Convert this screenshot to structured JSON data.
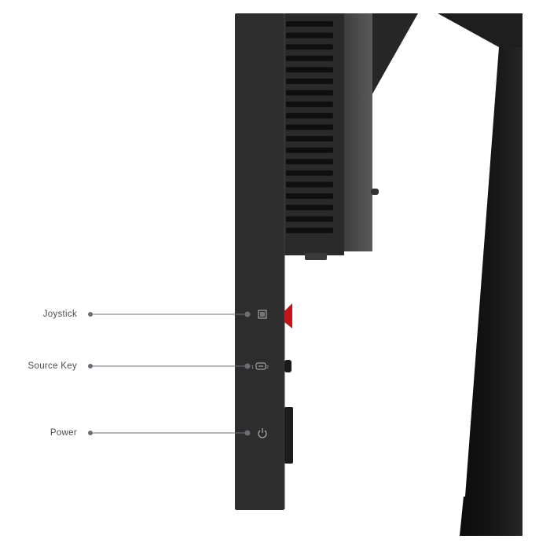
{
  "callouts": [
    {
      "label": "Joystick",
      "icon": "menu-icon"
    },
    {
      "label": "Source Key",
      "icon": "input-source-icon"
    },
    {
      "label": "Power",
      "icon": "power-icon"
    }
  ],
  "colors": {
    "bezel": "#2b2b2b",
    "joystick": "#c0161b",
    "callout_line": "#6b6f75"
  }
}
